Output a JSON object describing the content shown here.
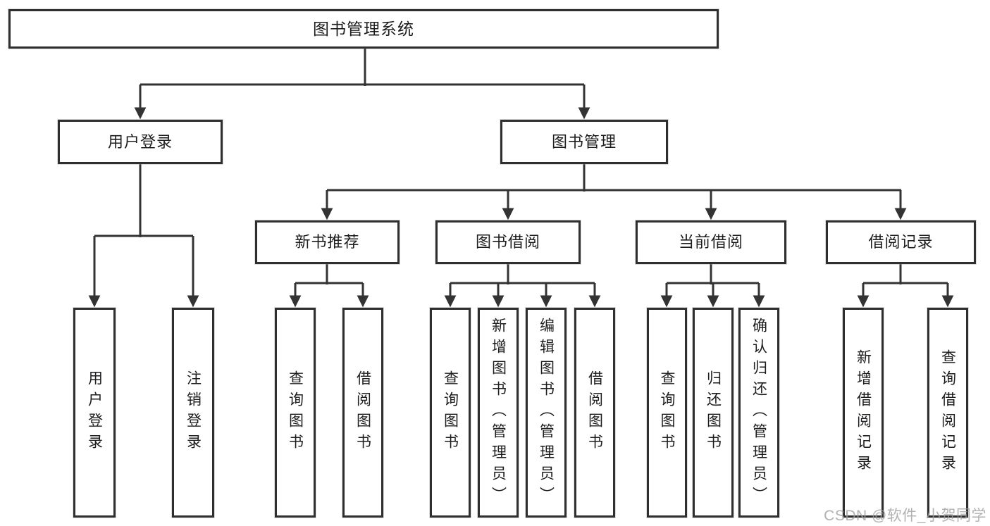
{
  "colors": {
    "line": "#333333",
    "border": "#2f2f2f",
    "text": "#1d1d1f",
    "watermark": "#9e9e9e",
    "background": "#ffffff"
  },
  "tree": {
    "root": {
      "label": "图书管理系统"
    },
    "branches": [
      {
        "label": "用户登录",
        "children": [
          {
            "label": "用户登录"
          },
          {
            "label": "注销登录"
          }
        ]
      },
      {
        "label": "图书管理",
        "groups": [
          {
            "label": "新书推荐",
            "children": [
              {
                "label": "查询图书"
              },
              {
                "label": "借阅图书"
              }
            ]
          },
          {
            "label": "图书借阅",
            "children": [
              {
                "label": "查询图书"
              },
              {
                "label": "新增图书（管理员）"
              },
              {
                "label": "编辑图书（管理员）"
              },
              {
                "label": "借阅图书"
              }
            ]
          },
          {
            "label": "当前借阅",
            "children": [
              {
                "label": "查询图书"
              },
              {
                "label": "归还图书"
              },
              {
                "label": "确认归还（管理员）"
              }
            ]
          },
          {
            "label": "借阅记录",
            "children": [
              {
                "label": "新增借阅记录"
              },
              {
                "label": "查询借阅记录"
              }
            ]
          }
        ]
      }
    ]
  },
  "watermark": {
    "text": "CSDN @软件_小贺同学"
  }
}
